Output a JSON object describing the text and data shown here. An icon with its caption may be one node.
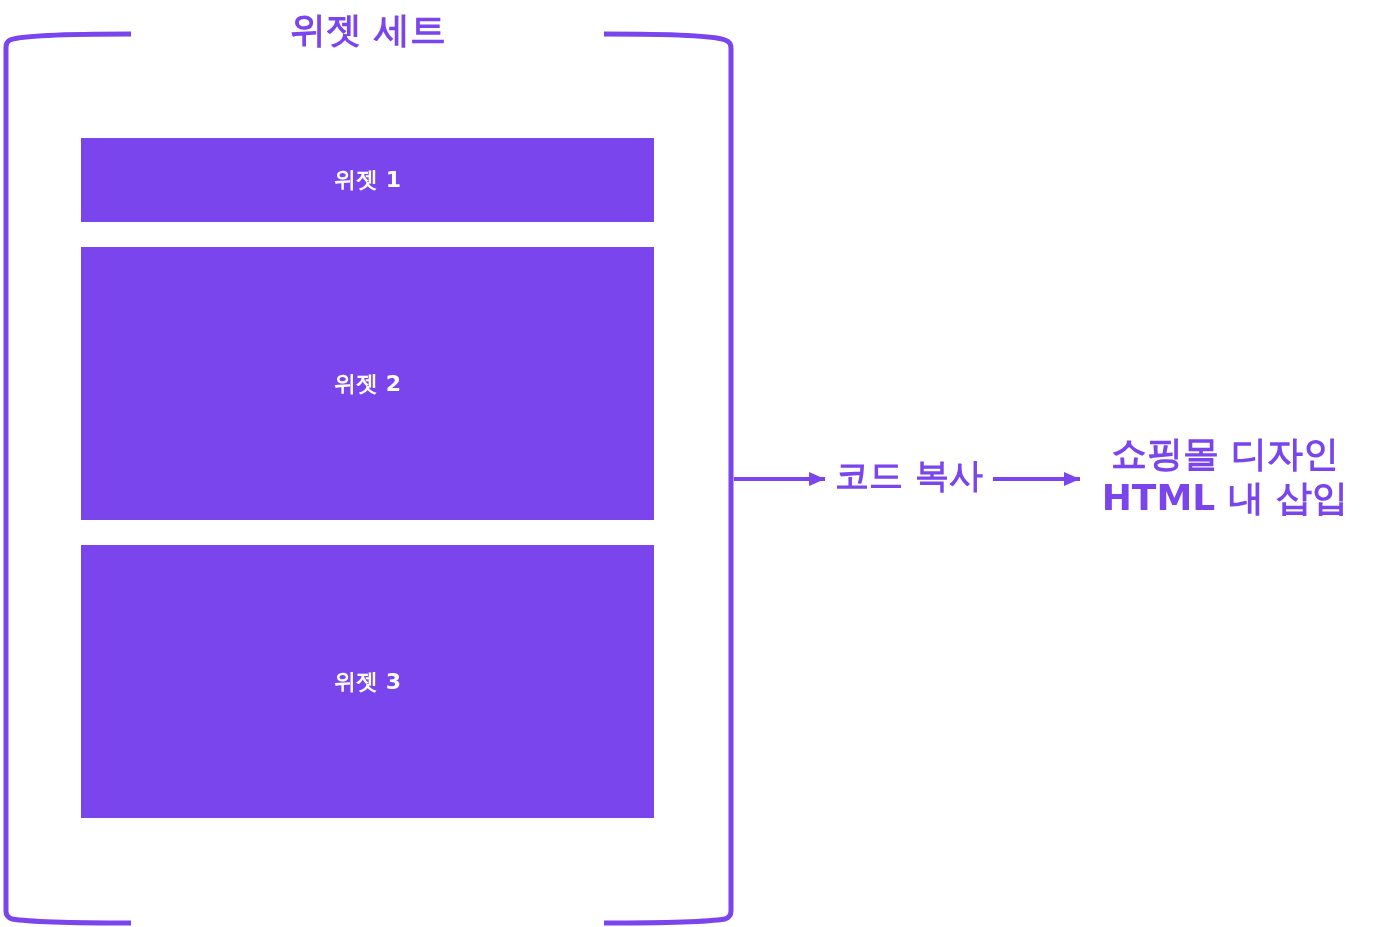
{
  "diagram": {
    "nodes": [
      {
        "text": [
          "위젯 세트"
        ]
      },
      {
        "text": [
          "위젯 1"
        ],
        "in": 0
      },
      {
        "text": [
          "위젯 2"
        ],
        "in": 0
      },
      {
        "text": [
          "위젯 3"
        ],
        "in": 0
      },
      {
        "text": [
          "코드 복사"
        ]
      },
      {
        "text": [
          "쇼핑몰 디자인 HTML 내 삽입"
        ]
      }
    ],
    "edges": [
      {
        "from": 0,
        "to": 4,
        "arrow": "to"
      },
      {
        "from": 4,
        "to": 5,
        "arrow": "to"
      }
    ]
  }
}
